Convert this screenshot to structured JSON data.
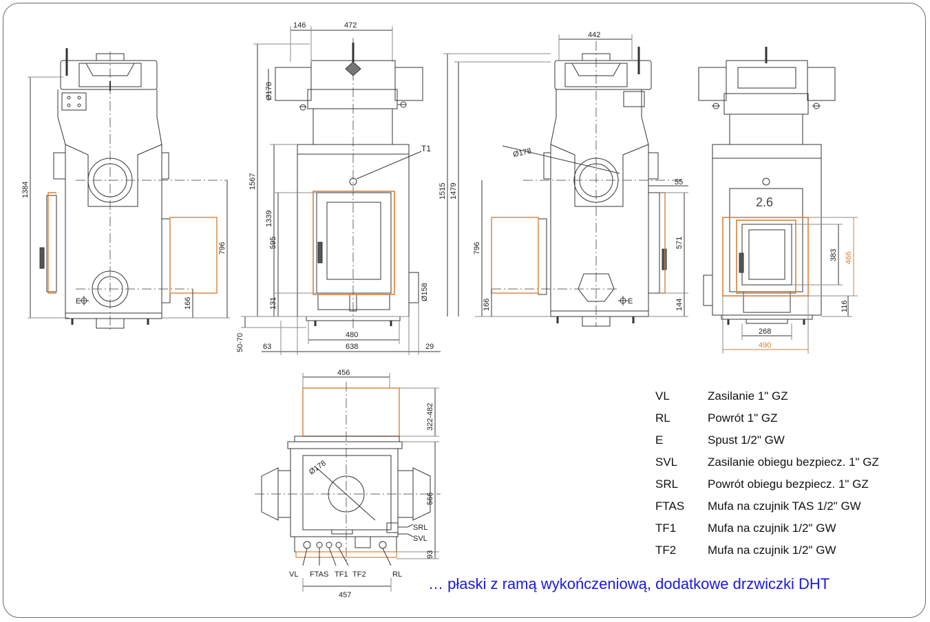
{
  "views": {
    "side_left": {
      "dims": [
        "1384",
        "796",
        "166"
      ]
    },
    "front": {
      "dims": [
        "146",
        "472",
        "1567",
        "1339",
        "595",
        "131",
        "480",
        "638",
        "63",
        "29",
        "50-70"
      ],
      "dia178": "Ø178",
      "dia158": "Ø158",
      "t1": "T1"
    },
    "side_right": {
      "dims": [
        "442",
        "1515",
        "1479",
        "796",
        "166",
        "571",
        "144",
        "55"
      ],
      "dia178": "Ø178"
    },
    "front_door": {
      "dims": [
        "383",
        "116",
        "268"
      ],
      "orange_dims": [
        "466",
        "490"
      ],
      "door_mark": "2.6"
    },
    "top": {
      "dims": [
        "456",
        "322-482",
        "566",
        "93",
        "457"
      ],
      "dia178": "Ø178",
      "connectors": [
        "VL",
        "FTAS",
        "TF1",
        "TF2",
        "RL"
      ],
      "side_labels": [
        "SRL",
        "SVL"
      ]
    },
    "drain_mark": "E"
  },
  "legend": [
    {
      "code": "VL",
      "desc": "Zasilanie 1\" GZ"
    },
    {
      "code": "RL",
      "desc": "Powrót 1\" GZ"
    },
    {
      "code": "E",
      "desc": "Spust 1/2\" GW"
    },
    {
      "code": "SVL",
      "desc": "Zasilanie obiegu bezpiecz. 1\" GZ"
    },
    {
      "code": "SRL",
      "desc": "Powrót obiegu bezpiecz. 1\" GZ"
    },
    {
      "code": "FTAS",
      "desc": "Mufa na czujnik TAS 1/2\" GW"
    },
    {
      "code": "TF1",
      "desc": "Mufa na czujnik 1/2\" GW"
    },
    {
      "code": "TF2",
      "desc": "Mufa na czujnik 1/2\" GW"
    }
  ],
  "caption": "… płaski z ramą wykończeniową, dodatkowe drzwiczki DHT",
  "colors": {
    "line": "#333333",
    "orange": "#d9803a",
    "caption": "#1a1adc"
  }
}
